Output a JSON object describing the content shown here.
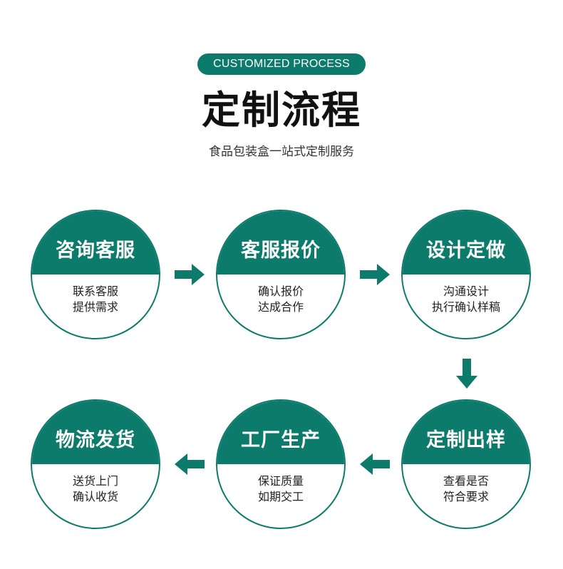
{
  "header": {
    "badge": "CUSTOMIZED PROCESS",
    "title": "定制流程",
    "subtitle": "食品包装盒一站式定制服务"
  },
  "steps": [
    {
      "title": "咨询客服",
      "line1": "联系客服",
      "line2": "提供需求"
    },
    {
      "title": "客服报价",
      "line1": "确认报价",
      "line2": "达成合作"
    },
    {
      "title": "设计定做",
      "line1": "沟通设计",
      "line2": "执行确认样稿"
    },
    {
      "title": "定制出样",
      "line1": "查看是否",
      "line2": "符合要求"
    },
    {
      "title": "工厂生产",
      "line1": "保证质量",
      "line2": "如期交工"
    },
    {
      "title": "物流发货",
      "line1": "送货上门",
      "line2": "确认收货"
    }
  ],
  "colors": {
    "accent": "#0d7b6b"
  },
  "icons": {
    "flow_arrow": "arrow-icon"
  }
}
